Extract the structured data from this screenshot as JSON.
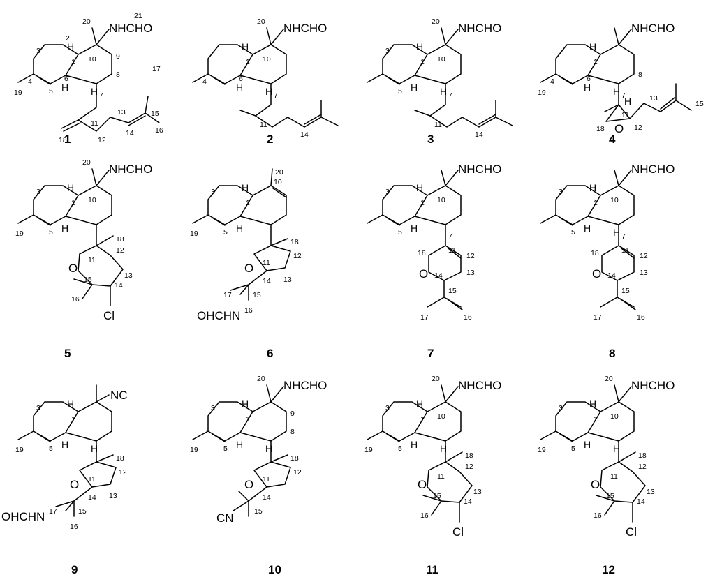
{
  "compounds": [
    {
      "id": "1",
      "groups": {
        "top": "NHCHO"
      },
      "labels": {
        "c1": "1",
        "c2": "2",
        "c3": "3",
        "c4": "4",
        "c5": "5",
        "c6": "6",
        "c7": "7",
        "c8": "8",
        "c9": "9",
        "c10": "10",
        "c11": "11",
        "c12": "12",
        "c13": "13",
        "c14": "14",
        "c15": "15",
        "c16": "16",
        "c17": "17",
        "c18": "18",
        "c19": "19",
        "c20": "20",
        "c21": "21"
      }
    },
    {
      "id": "2",
      "groups": {
        "top": "NHCHO"
      },
      "labels": {
        "c1": "1",
        "c4": "4",
        "c6": "6",
        "c7": "7",
        "c10": "10",
        "c11": "11",
        "c14": "14",
        "c20": "20"
      }
    },
    {
      "id": "3",
      "groups": {
        "top": "NHCHO"
      },
      "labels": {
        "c1": "1",
        "c3": "3",
        "c5": "5",
        "c7": "7",
        "c10": "10",
        "c11": "11",
        "c14": "14",
        "c20": "20"
      }
    },
    {
      "id": "4",
      "groups": {
        "top": "NHCHO",
        "epoxide": "O"
      },
      "labels": {
        "c1": "1",
        "c4": "4",
        "c6": "6",
        "c7": "7",
        "c8": "8",
        "c11": "11",
        "c12": "12",
        "c13": "13",
        "c15": "15",
        "c18": "18",
        "c19": "19"
      }
    },
    {
      "id": "5",
      "groups": {
        "top": "NHCHO",
        "ring_o": "O",
        "halogen": "Cl"
      },
      "labels": {
        "c1": "1",
        "c3": "3",
        "c5": "5",
        "c10": "10",
        "c11": "11",
        "c12": "12",
        "c13": "13",
        "c14": "14",
        "c15": "15",
        "c16": "16",
        "c18": "18",
        "c19": "19",
        "c20": "20"
      }
    },
    {
      "id": "6",
      "groups": {
        "side": "OHCHN",
        "ring_o": "O"
      },
      "labels": {
        "c1": "1",
        "c3": "3",
        "c5": "5",
        "c10": "10",
        "c11": "11",
        "c12": "12",
        "c13": "13",
        "c14": "14",
        "c15": "15",
        "c16": "16",
        "c17": "17",
        "c18": "18",
        "c19": "19",
        "c20": "20"
      }
    },
    {
      "id": "7",
      "groups": {
        "top": "NHCHO",
        "ring_o": "O"
      },
      "labels": {
        "c1": "1",
        "c3": "3",
        "c5": "5",
        "c7": "7",
        "c10": "10",
        "c11": "11",
        "c12": "12",
        "c13": "13",
        "c14": "14",
        "c15": "15",
        "c16": "16",
        "c17": "17",
        "c18": "18"
      }
    },
    {
      "id": "8",
      "groups": {
        "top": "NHCHO",
        "ring_o": "O"
      },
      "labels": {
        "c1": "1",
        "c3": "3",
        "c5": "5",
        "c7": "7",
        "c10": "10",
        "c11": "11",
        "c12": "12",
        "c13": "13",
        "c14": "14",
        "c15": "15",
        "c16": "16",
        "c17": "17",
        "c18": "18"
      }
    },
    {
      "id": "9",
      "groups": {
        "top": "NC",
        "side": "OHCHN",
        "ring_o": "O"
      },
      "labels": {
        "c1": "1",
        "c3": "3",
        "c5": "5",
        "c11": "11",
        "c12": "12",
        "c13": "13",
        "c14": "14",
        "c15": "15",
        "c16": "16",
        "c17": "17",
        "c18": "18",
        "c19": "19"
      }
    },
    {
      "id": "10",
      "groups": {
        "top": "NHCHO",
        "side": "CN",
        "ring_o": "O"
      },
      "labels": {
        "c1": "1",
        "c3": "3",
        "c5": "5",
        "c8": "8",
        "c9": "9",
        "c11": "11",
        "c12": "12",
        "c14": "14",
        "c15": "15",
        "c18": "18",
        "c19": "19",
        "c20": "20"
      }
    },
    {
      "id": "11",
      "groups": {
        "top": "NHCHO",
        "ring_o": "O",
        "halogen": "Cl"
      },
      "labels": {
        "c1": "1",
        "c3": "3",
        "c5": "5",
        "c10": "10",
        "c11": "11",
        "c12": "12",
        "c13": "13",
        "c14": "14",
        "c15": "15",
        "c16": "16",
        "c18": "18",
        "c19": "19",
        "c20": "20"
      }
    },
    {
      "id": "12",
      "groups": {
        "top": "NHCHO",
        "ring_o": "O",
        "halogen": "Cl"
      },
      "labels": {
        "c1": "1",
        "c3": "3",
        "c5": "5",
        "c10": "10",
        "c11": "11",
        "c12": "12",
        "c13": "13",
        "c14": "14",
        "c15": "15",
        "c16": "16",
        "c18": "18",
        "c19": "19",
        "c20": "20"
      }
    }
  ],
  "atom_h": "H"
}
